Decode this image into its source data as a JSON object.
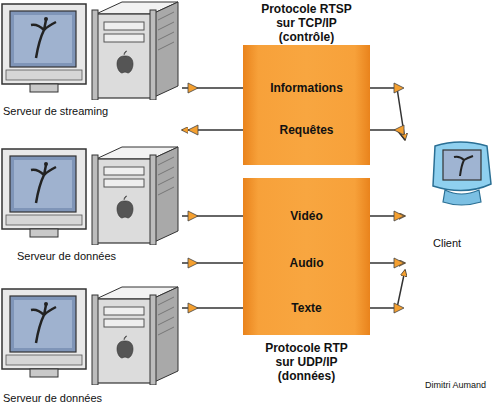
{
  "diagram": {
    "nodes": [
      {
        "text": [
          "Serveur de streaming"
        ]
      },
      {
        "text": [
          "Serveur de données"
        ]
      },
      {
        "text": [
          "Serveur de données"
        ]
      },
      {
        "text": [
          "Protocole RTSP sur TCP/IP (contrôle)"
        ]
      },
      {
        "text": [
          "Protocole RTP sur UDP/IP (données)"
        ]
      },
      {
        "text": [
          "Client"
        ]
      }
    ],
    "edges": [
      {
        "from": 0,
        "to": 5,
        "label": "Informations",
        "arrow": "to"
      },
      {
        "from": 5,
        "to": 0,
        "label": "Requêtes",
        "arrow": "to"
      },
      {
        "from": 1,
        "to": 5,
        "label": "Vidéo",
        "arrow": "to"
      },
      {
        "from": 1,
        "to": 5,
        "label": "Audio",
        "arrow": "to"
      },
      {
        "from": 2,
        "to": 5,
        "label": "Texte",
        "arrow": "to"
      }
    ],
    "labels": [
      "Dimitri Aumand"
    ]
  }
}
